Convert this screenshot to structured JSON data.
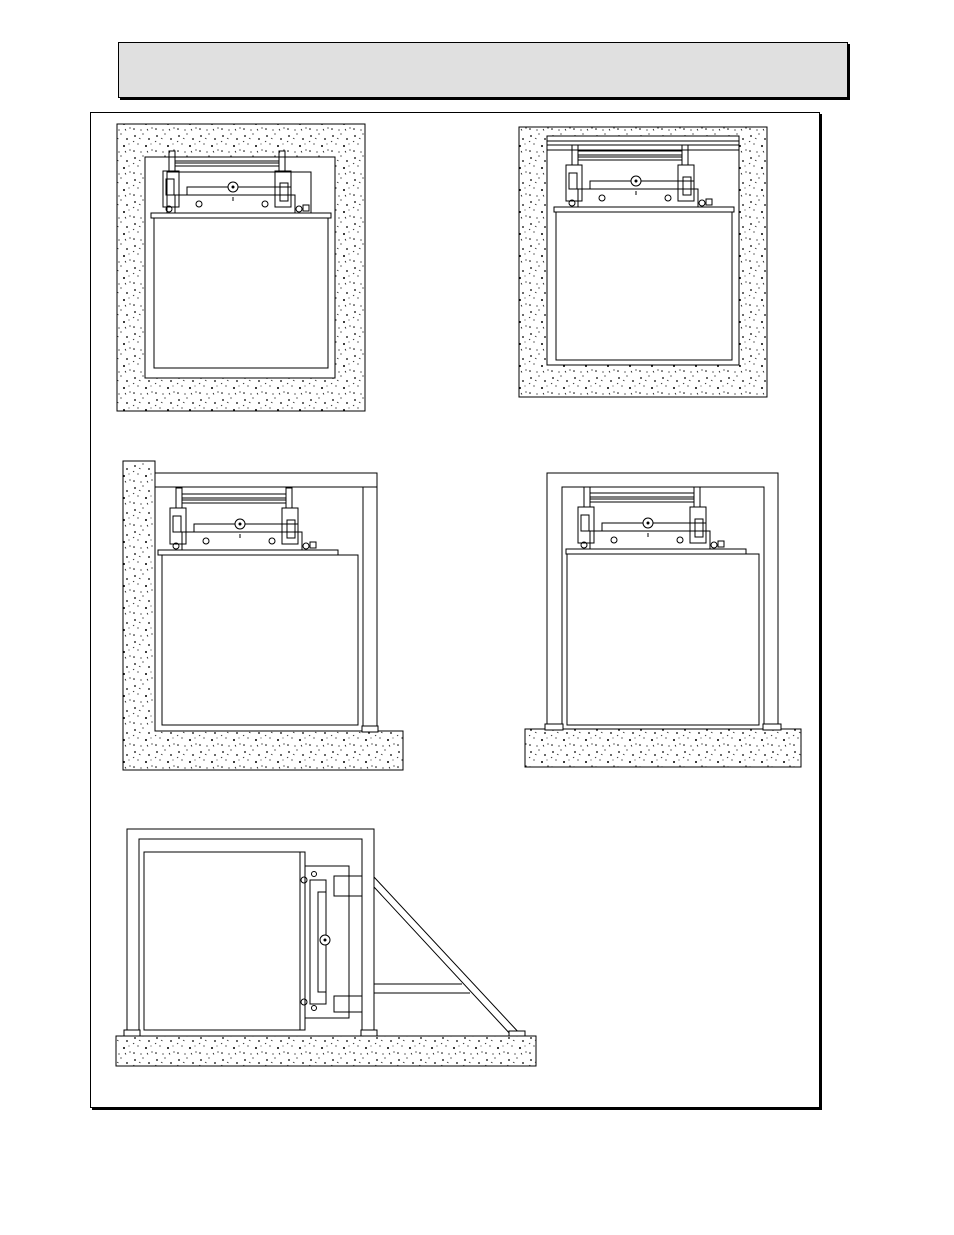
{
  "colors": {
    "header_fill": "#e0e0e0",
    "line": "#000000",
    "background": "#ffffff",
    "concrete_fill": "#ffffff",
    "concrete_speckle": "#000000"
  },
  "panels": [
    {
      "name": "concrete-wall-surround-install"
    },
    {
      "name": "wall-channel-crossbeam-install"
    },
    {
      "name": "single-wall-frame-install"
    },
    {
      "name": "freestanding-frame-install"
    },
    {
      "name": "horizontal-braced-frame-install"
    }
  ]
}
